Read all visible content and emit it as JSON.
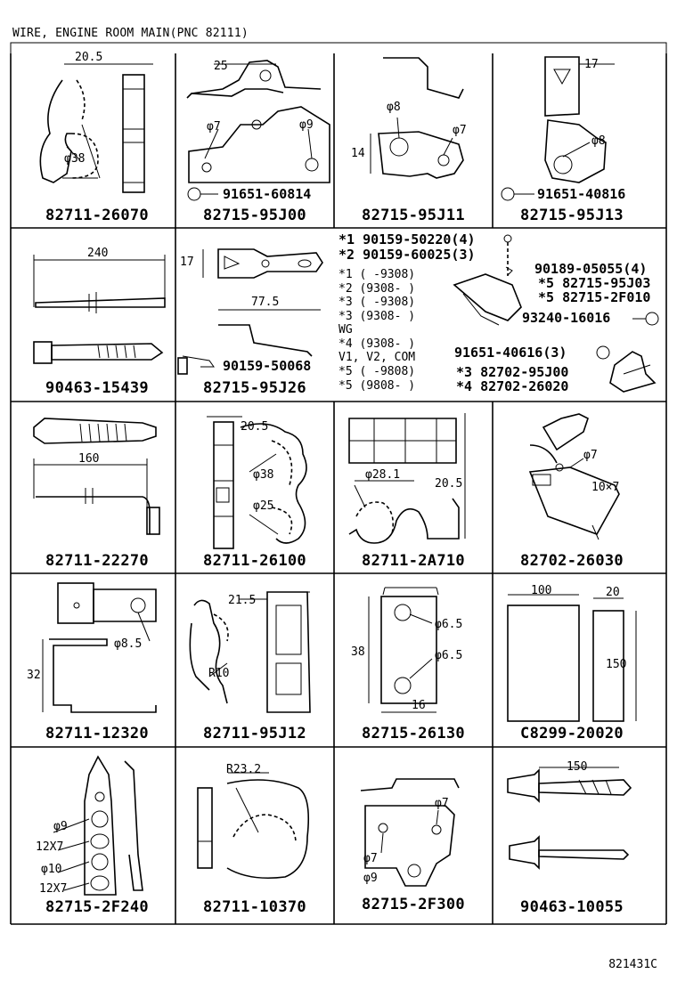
{
  "header": {
    "title": "WIRE, ENGINE ROOM MAIN(PNC 82111)"
  },
  "footer": {
    "code": "821431C"
  },
  "cells": [
    {
      "part": "82711-26070",
      "labels": [
        "20.5",
        "φ38"
      ]
    },
    {
      "part": "82715-95J00",
      "labels": [
        "25",
        "φ7",
        "φ9"
      ],
      "bolt": "91651-60814"
    },
    {
      "part": "82715-95J11",
      "labels": [
        "φ8",
        "φ7",
        "14"
      ]
    },
    {
      "part": "82715-95J13",
      "labels": [
        "17",
        "φ8"
      ],
      "bolt": "91651-40816"
    },
    {
      "part": "90463-15439",
      "labels": [
        "240"
      ]
    },
    {
      "part": "82715-95J26",
      "labels": [
        "17",
        "77.5"
      ],
      "bolt": "90159-50068"
    },
    {
      "part": "82711-22270",
      "labels": [
        "160"
      ]
    },
    {
      "part": "82711-26100",
      "labels": [
        "20.5",
        "φ38",
        "φ25"
      ]
    },
    {
      "part": "82711-2A710",
      "labels": [
        "φ28.1",
        "20.5"
      ]
    },
    {
      "part": "82702-26030",
      "labels": [
        "φ7",
        "10×7"
      ]
    },
    {
      "part": "82711-12320",
      "labels": [
        "φ8.5",
        "32"
      ]
    },
    {
      "part": "82711-95J12",
      "labels": [
        "21.5",
        "R10"
      ]
    },
    {
      "part": "82715-26130",
      "labels": [
        "φ6.5",
        "φ6.5",
        "38",
        "16"
      ]
    },
    {
      "part": "C8299-20020",
      "labels": [
        "100",
        "20",
        "150"
      ]
    },
    {
      "part": "82715-2F240",
      "labels": [
        "φ9",
        "12X7",
        "φ10",
        "12X7"
      ]
    },
    {
      "part": "82711-10370",
      "labels": [
        "R23.2"
      ]
    },
    {
      "part": "82715-2F300",
      "labels": [
        "φ7",
        "φ7",
        "φ9"
      ]
    },
    {
      "part": "90463-10055",
      "labels": [
        "150"
      ]
    }
  ],
  "assembly": {
    "lines": [
      "*1 90159-50220(4)",
      "*2 90159-60025(3)",
      "*1 (      -9308)",
      "*2 (9308-      )",
      "*3 (      -9308)",
      "*3 (9308-      )",
      "    WG",
      "*4 (9308-      )",
      "    V1, V2, COM",
      "*5 (      -9808)",
      "*5 (9808-      )"
    ],
    "callouts": [
      "90189-05055(4)",
      "*5 82715-95J03",
      "*5 82715-2F010",
      "93240-16016",
      "91651-40616(3)",
      "*3 82702-95J00",
      "*4 82702-26020"
    ]
  }
}
